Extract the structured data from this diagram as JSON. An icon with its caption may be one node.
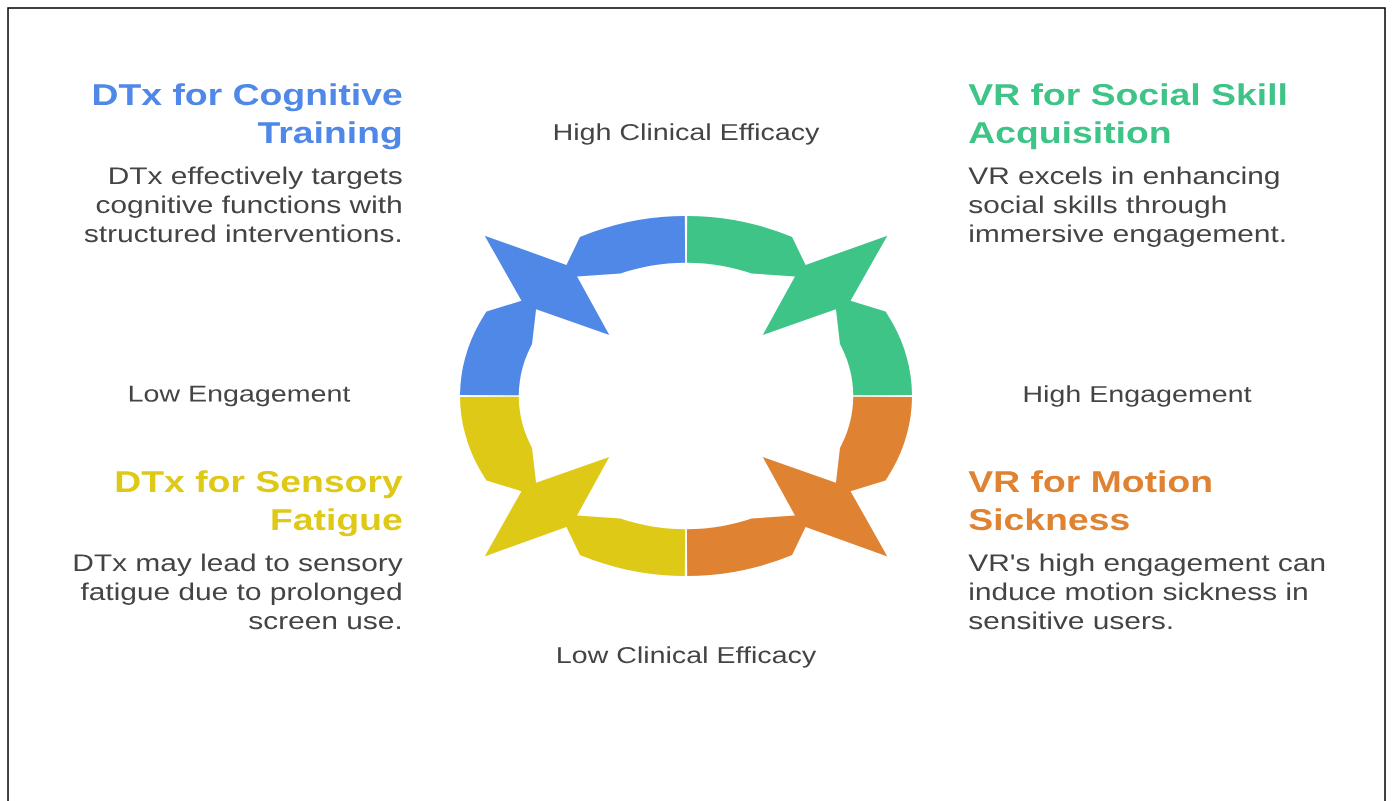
{
  "diagram": {
    "nodes": [
      {
        "text": [
          "DTx for Cognitive Training",
          "DTx effectively targets cognitive functions with structured interventions."
        ]
      },
      {
        "text": [
          "VR for Social Skill Acquisition",
          "VR excels in enhancing social skills through immersive engagement."
        ]
      },
      {
        "text": [
          "DTx for Sensory Fatigue",
          "DTx may lead to sensory fatigue due to prolonged screen use."
        ]
      },
      {
        "text": [
          "VR for Motion Sickness",
          "VR's high engagement can induce motion sickness in sensitive users."
        ]
      }
    ],
    "labels": [
      "High Clinical Efficacy",
      "Low Engagement",
      "High Engagement",
      "Low Clinical Efficacy"
    ]
  }
}
